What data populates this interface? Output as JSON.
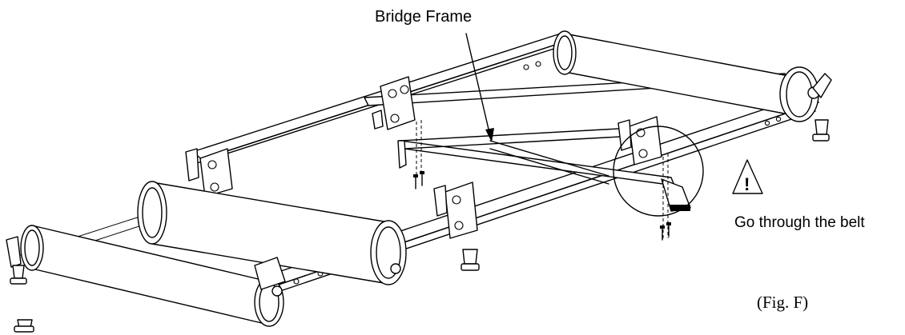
{
  "labels": {
    "bridge_frame": "Bridge Frame",
    "warning_symbol": "!",
    "warning_text": "Go through the belt",
    "figure_caption": "(Fig. F)"
  },
  "icons": {
    "warning": "warning-triangle-icon"
  },
  "colors": {
    "ink": "#000000",
    "paper": "#ffffff"
  }
}
